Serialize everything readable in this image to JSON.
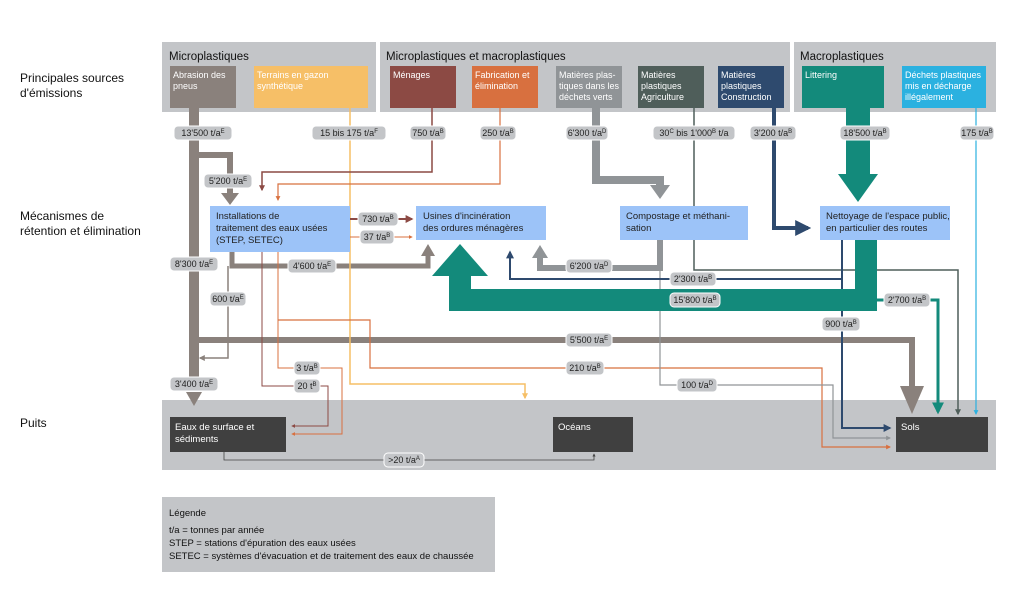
{
  "row_labels": {
    "sources": [
      "Principales sources",
      "d'émissions"
    ],
    "mechanisms": [
      "Mécanismes de",
      "rétention et élimination"
    ],
    "sinks": "Puits"
  },
  "groups": {
    "micro": "Microplastiques",
    "micro_macro": "Microplastiques et macroplastiques",
    "macro": "Macroplastiques"
  },
  "sources": [
    {
      "lines": [
        "Abrasion des",
        "pneus"
      ],
      "color": "#8a817c"
    },
    {
      "lines": [
        "Terrains en gazon",
        "synthétique"
      ],
      "color": "#f6bf67"
    },
    {
      "lines": [
        "Ménages"
      ],
      "color": "#8c4a44"
    },
    {
      "lines": [
        "Fabrication et",
        "élimination"
      ],
      "color": "#d8703f"
    },
    {
      "lines": [
        "Matières plas-",
        "tiques dans les",
        "déchets verts"
      ],
      "color": "#909497"
    },
    {
      "lines": [
        "Matières",
        "plastiques",
        "Agriculture"
      ],
      "color": "#4f5e5a"
    },
    {
      "lines": [
        "Matières",
        "plastiques",
        "Construction"
      ],
      "color": "#2e4a6e"
    },
    {
      "lines": [
        "Littering"
      ],
      "color": "#138a7b"
    },
    {
      "lines": [
        "Déchets plastiques",
        "mis en décharge",
        "illégalement"
      ],
      "color": "#2bb1e0"
    }
  ],
  "mechanisms": [
    {
      "lines": [
        "Installations de",
        "traitement des eaux usées",
        "(STEP, SETEC)"
      ]
    },
    {
      "lines": [
        "Usines d'incinération",
        "des ordures ménagères"
      ]
    },
    {
      "lines": [
        "Compostage et méthani-",
        "sation"
      ]
    },
    {
      "lines": [
        "Nettoyage de l'espace public,",
        "en particulier des routes"
      ]
    }
  ],
  "sinks": {
    "water": [
      "Eaux de surface et",
      "sédiments"
    ],
    "oceans": "Océans",
    "soils": "Sols"
  },
  "flows": {
    "tyre": {
      "v": "13'500 t/a",
      "s": "E"
    },
    "turf": {
      "v": "15 bis 175 t/a",
      "s": "F"
    },
    "households": {
      "v": "750 t/a",
      "s": "B"
    },
    "manufacturing": {
      "v": "250 t/a",
      "s": "B"
    },
    "greenwaste": {
      "v": "6'300 t/a",
      "s": "D"
    },
    "agriculture": {
      "a": "30",
      "as": "C",
      "b": " bis 1'000",
      "bs": "B",
      "c": " t/a"
    },
    "construction": {
      "v": "3'200 t/a",
      "s": "B"
    },
    "littering": {
      "v": "18'500 t/a",
      "s": "B"
    },
    "illegal": {
      "v": "175 t/a",
      "s": "B"
    },
    "tyre_step": {
      "v": "5'200 t/a",
      "s": "E"
    },
    "tyre_direct": {
      "v": "8'300 t/a",
      "s": "E"
    },
    "step_incin_brown": {
      "v": "730 t/a",
      "s": "B"
    },
    "step_incin_orange": {
      "v": "37 t/a",
      "s": "B"
    },
    "step_incin_gray": {
      "v": "4'600 t/a",
      "s": "E"
    },
    "step_water": {
      "v": "600 t/a",
      "s": "E"
    },
    "compost_incin": {
      "v": "6'200 t/a",
      "s": "D"
    },
    "clean_incin_navy": {
      "v": "2'300 t/a",
      "s": "B"
    },
    "clean_incin_teal": {
      "v": "15'800 t/a",
      "s": "B"
    },
    "clean_soil_teal": {
      "v": "2'700 t/a",
      "s": "B"
    },
    "clean_soil_navy": {
      "v": "900 t/a",
      "s": "B"
    },
    "tyre_soil": {
      "v": "5'500 t/a",
      "s": "E"
    },
    "step_water_orange": {
      "v": "3 t/a",
      "s": "B"
    },
    "manuf_soil": {
      "v": "210 t/a",
      "s": "B"
    },
    "step_water_brown": {
      "v": "20 t",
      "s": "B"
    },
    "tyre_water": {
      "v": "3'400 t/a",
      "s": "E"
    },
    "compost_soil": {
      "v": "100 t/a",
      "s": "D"
    },
    "water_ocean": {
      "v": ">20 t/a",
      "s": "A"
    }
  },
  "legend": {
    "title": "Légende",
    "items": [
      "t/a = tonnes par année",
      "STEP = stations d'épuration des eaux usées",
      "SETEC = systèmes d'évacuation et de traitement des eaux de chaussée"
    ]
  }
}
